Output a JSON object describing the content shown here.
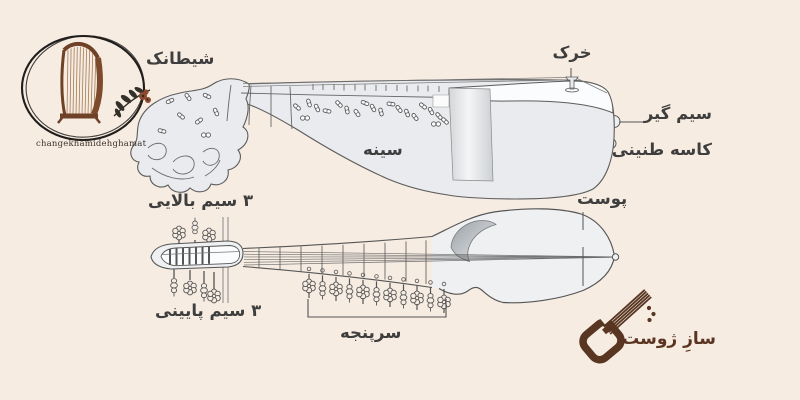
{
  "colors": {
    "background": "#f6ece2",
    "label_ink": "#3e3e3e",
    "line": "#5c5c5c",
    "instrument_fill": "#e9ebee",
    "brand_brown": "#5a3421",
    "logo_black": "#201d1a"
  },
  "diagram": {
    "labels": {
      "nut": "شیطانک",
      "bridge": "خرک",
      "tailpiece": "سیم گیر",
      "resonating_bowl": "کاسه طنینی",
      "skin": "پوست",
      "chest": "سینه",
      "upper_strings": "۳ سیم بالایی",
      "lower_strings": "۳ سیم پایینی",
      "headstock": "سرپنجه"
    }
  },
  "branding": {
    "top_left": {
      "icon": "harp-in-circle-icon",
      "caption": "changekhamidehghamat"
    },
    "bottom_right": {
      "icon": "rubab-icon",
      "wordmark": "سازِ ژوست"
    }
  }
}
